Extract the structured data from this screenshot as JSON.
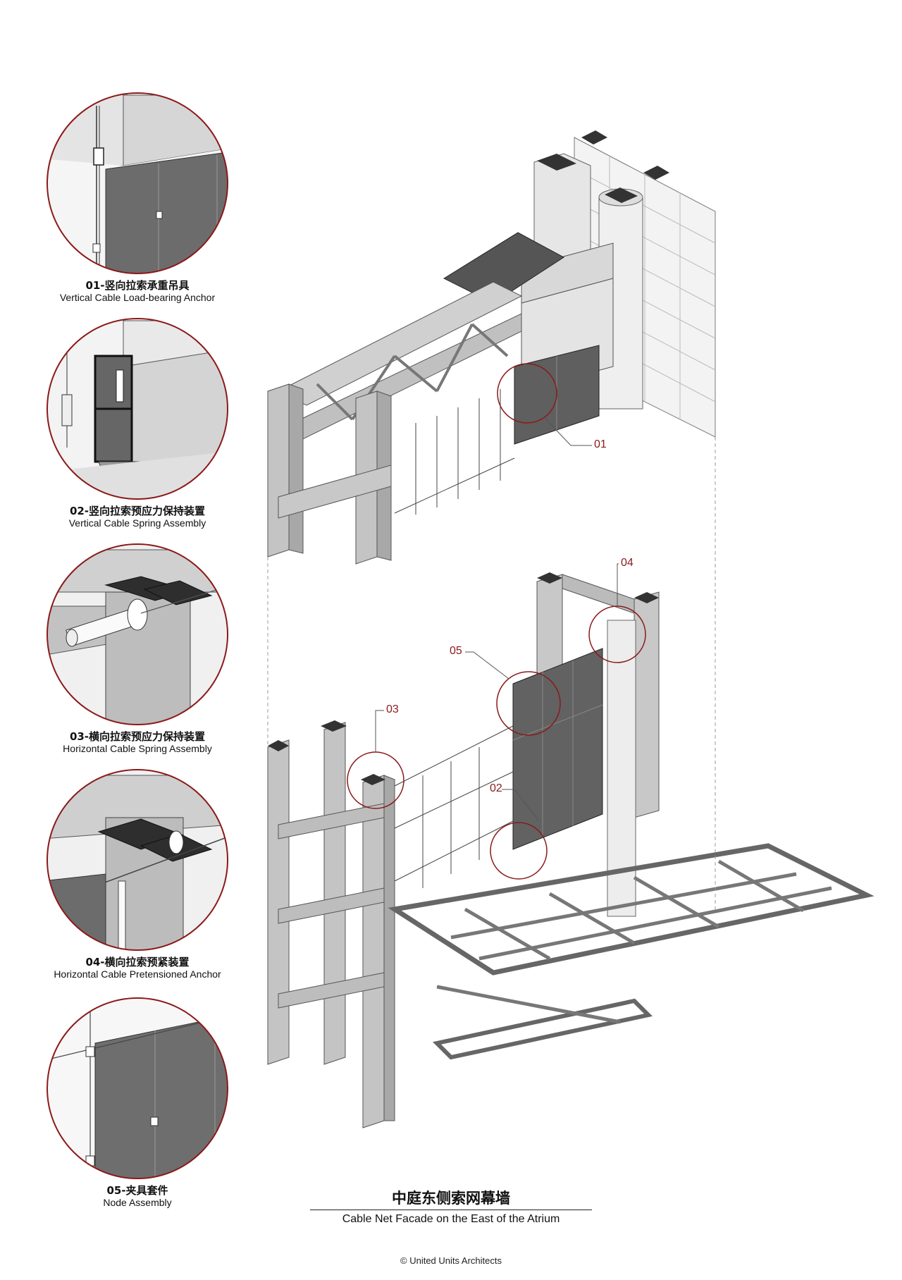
{
  "details": [
    {
      "num": "01",
      "cn": "01-竖向拉索承重吊具",
      "en": "Vertical Cable Load-bearing Anchor"
    },
    {
      "num": "02",
      "cn": "02-竖向拉索预应力保持装置",
      "en": "Vertical Cable Spring Assembly"
    },
    {
      "num": "03",
      "cn": "03-横向拉索预应力保持装置",
      "en": "Horizontal Cable Spring Assembly"
    },
    {
      "num": "04",
      "cn": "04-横向拉索预紧装置",
      "en": "Horizontal Cable Pretensioned Anchor"
    },
    {
      "num": "05",
      "cn": "05-夹具套件",
      "en": "Node Assembly"
    }
  ],
  "callouts": {
    "c01": "01",
    "c02": "02",
    "c03": "03",
    "c04": "04",
    "c05": "05"
  },
  "title": {
    "cn": "中庭东侧索网幕墙",
    "en": "Cable Net Facade on the East of the Atrium"
  },
  "credit": "© United Units Architects",
  "colors": {
    "accent": "#8b1a1a",
    "glass": "#6e6e6e",
    "steel": "#c8c8c8",
    "dark": "#333333"
  }
}
